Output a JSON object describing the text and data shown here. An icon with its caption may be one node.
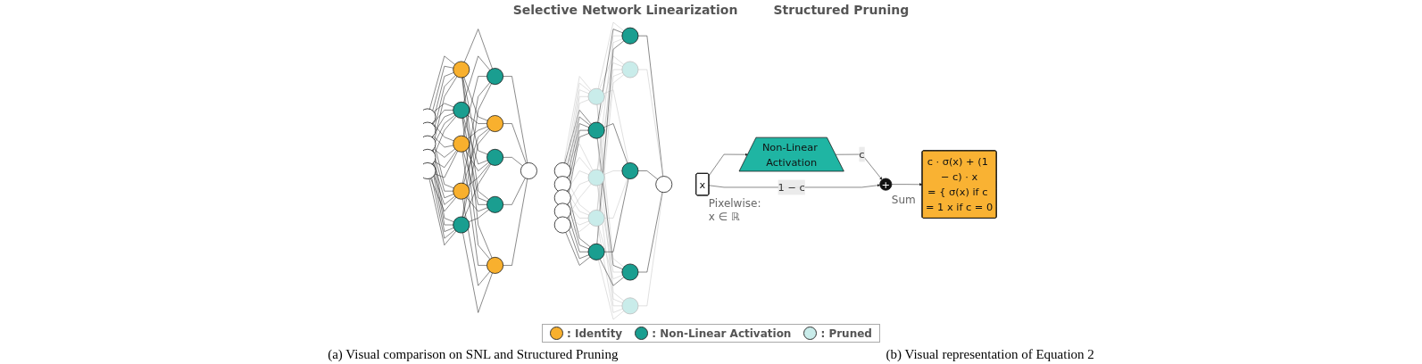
{
  "diagram": {
    "nodes": [
      {
        "text": [],
        "shape": "circle"
      },
      {
        "text": [],
        "shape": "circle"
      },
      {
        "text": [],
        "shape": "circle"
      },
      {
        "text": [],
        "shape": "circle"
      },
      {
        "text": [],
        "shape": "circle"
      },
      {
        "text": [],
        "shape": "circle"
      },
      {
        "text": [],
        "shape": "circle"
      },
      {
        "text": [],
        "shape": "circle"
      },
      {
        "text": [],
        "shape": "circle"
      },
      {
        "text": [],
        "shape": "circle"
      },
      {
        "text": [],
        "shape": "circle"
      },
      {
        "text": [],
        "shape": "circle"
      },
      {
        "text": [],
        "shape": "circle"
      },
      {
        "text": [],
        "shape": "circle"
      },
      {
        "text": [],
        "shape": "circle"
      },
      {
        "text": [],
        "shape": "circle"
      },
      {
        "text": [],
        "shape": "circle"
      },
      {
        "text": [],
        "shape": "circle"
      },
      {
        "text": [],
        "shape": "circle"
      },
      {
        "text": [],
        "shape": "circle"
      },
      {
        "text": [],
        "shape": "circle"
      },
      {
        "text": [],
        "shape": "circle"
      },
      {
        "text": [],
        "shape": "circle"
      },
      {
        "text": [],
        "shape": "circle"
      },
      {
        "text": [],
        "shape": "circle"
      },
      {
        "text": [],
        "shape": "circle"
      },
      {
        "text": [],
        "shape": "circle"
      },
      {
        "text": [],
        "shape": "circle"
      },
      {
        "text": [],
        "shape": "circle"
      },
      {
        "text": [],
        "shape": "circle"
      },
      {
        "text": [],
        "shape": "circle"
      },
      {
        "text": [],
        "shape": "circle"
      },
      {
        "text": [
          "c · σ(x) + (1 − c) · x",
          "= { σ(x) if c = 1 x if c = 0"
        ]
      },
      {
        "text": [
          "+"
        ],
        "beside": [
          "Sum"
        ]
      },
      {
        "text": [
          "Non-Linear Activation"
        ]
      },
      {
        "text": [
          "x"
        ],
        "beside": [
          "Pixelwise:",
          "x ∈ ℝ"
        ]
      }
    ],
    "edges": [
      {
        "from": 0,
        "to": 5,
        "arrow": "none"
      },
      {
        "from": 0,
        "to": 6,
        "arrow": "none"
      },
      {
        "from": 0,
        "to": 7,
        "arrow": "none"
      },
      {
        "from": 0,
        "to": 8,
        "arrow": "none"
      },
      {
        "from": 0,
        "to": 9,
        "arrow": "none"
      },
      {
        "from": 1,
        "to": 5,
        "arrow": "none"
      },
      {
        "from": 1,
        "to": 6,
        "arrow": "none"
      },
      {
        "from": 1,
        "to": 7,
        "arrow": "none"
      },
      {
        "from": 1,
        "to": 8,
        "arrow": "none"
      },
      {
        "from": 1,
        "to": 9,
        "arrow": "none"
      },
      {
        "from": 2,
        "to": 5,
        "arrow": "none"
      },
      {
        "from": 2,
        "to": 6,
        "arrow": "none"
      },
      {
        "from": 2,
        "to": 7,
        "arrow": "none"
      },
      {
        "from": 2,
        "to": 8,
        "arrow": "none"
      },
      {
        "from": 2,
        "to": 9,
        "arrow": "none"
      },
      {
        "from": 3,
        "to": 5,
        "arrow": "none"
      },
      {
        "from": 3,
        "to": 6,
        "arrow": "none"
      },
      {
        "from": 3,
        "to": 7,
        "arrow": "none"
      },
      {
        "from": 3,
        "to": 8,
        "arrow": "none"
      },
      {
        "from": 3,
        "to": 9,
        "arrow": "none"
      },
      {
        "from": 4,
        "to": 5,
        "arrow": "none"
      },
      {
        "from": 4,
        "to": 6,
        "arrow": "none"
      },
      {
        "from": 4,
        "to": 7,
        "arrow": "none"
      },
      {
        "from": 4,
        "to": 8,
        "arrow": "none"
      },
      {
        "from": 4,
        "to": 9,
        "arrow": "none"
      },
      {
        "from": 5,
        "to": 10,
        "arrow": "none"
      },
      {
        "from": 5,
        "to": 11,
        "arrow": "none"
      },
      {
        "from": 5,
        "to": 12,
        "arrow": "none"
      },
      {
        "from": 5,
        "to": 13,
        "arrow": "none"
      },
      {
        "from": 5,
        "to": 14,
        "arrow": "none"
      },
      {
        "from": 6,
        "to": 10,
        "arrow": "none"
      },
      {
        "from": 6,
        "to": 11,
        "arrow": "none"
      },
      {
        "from": 6,
        "to": 12,
        "arrow": "none"
      },
      {
        "from": 6,
        "to": 13,
        "arrow": "none"
      },
      {
        "from": 6,
        "to": 14,
        "arrow": "none"
      },
      {
        "from": 7,
        "to": 10,
        "arrow": "none"
      },
      {
        "from": 7,
        "to": 11,
        "arrow": "none"
      },
      {
        "from": 7,
        "to": 12,
        "arrow": "none"
      },
      {
        "from": 7,
        "to": 13,
        "arrow": "none"
      },
      {
        "from": 7,
        "to": 14,
        "arrow": "none"
      },
      {
        "from": 8,
        "to": 10,
        "arrow": "none"
      },
      {
        "from": 8,
        "to": 11,
        "arrow": "none"
      },
      {
        "from": 8,
        "to": 12,
        "arrow": "none"
      },
      {
        "from": 8,
        "to": 13,
        "arrow": "none"
      },
      {
        "from": 8,
        "to": 14,
        "arrow": "none"
      },
      {
        "from": 9,
        "to": 10,
        "arrow": "none"
      },
      {
        "from": 9,
        "to": 11,
        "arrow": "none"
      },
      {
        "from": 9,
        "to": 12,
        "arrow": "none"
      },
      {
        "from": 9,
        "to": 13,
        "arrow": "none"
      },
      {
        "from": 9,
        "to": 14,
        "arrow": "none"
      },
      {
        "from": 10,
        "to": 15,
        "arrow": "none"
      },
      {
        "from": 11,
        "to": 15,
        "arrow": "none"
      },
      {
        "from": 12,
        "to": 15,
        "arrow": "none"
      },
      {
        "from": 13,
        "to": 15,
        "arrow": "none"
      },
      {
        "from": 14,
        "to": 15,
        "arrow": "none"
      },
      {
        "from": 16,
        "to": 21,
        "arrow": "none",
        "color": "#c4c4c4"
      },
      {
        "from": 16,
        "to": 22,
        "arrow": "none"
      },
      {
        "from": 16,
        "to": 23,
        "arrow": "none",
        "color": "#c4c4c4"
      },
      {
        "from": 16,
        "to": 24,
        "arrow": "none",
        "color": "#c4c4c4"
      },
      {
        "from": 16,
        "to": 25,
        "arrow": "none"
      },
      {
        "from": 17,
        "to": 21,
        "arrow": "none",
        "color": "#c4c4c4"
      },
      {
        "from": 17,
        "to": 22,
        "arrow": "none"
      },
      {
        "from": 17,
        "to": 23,
        "arrow": "none",
        "color": "#c4c4c4"
      },
      {
        "from": 17,
        "to": 24,
        "arrow": "none",
        "color": "#c4c4c4"
      },
      {
        "from": 17,
        "to": 25,
        "arrow": "none"
      },
      {
        "from": 18,
        "to": 21,
        "arrow": "none",
        "color": "#c4c4c4"
      },
      {
        "from": 18,
        "to": 22,
        "arrow": "none"
      },
      {
        "from": 18,
        "to": 23,
        "arrow": "none",
        "color": "#c4c4c4"
      },
      {
        "from": 18,
        "to": 24,
        "arrow": "none",
        "color": "#c4c4c4"
      },
      {
        "from": 18,
        "to": 25,
        "arrow": "none"
      },
      {
        "from": 19,
        "to": 21,
        "arrow": "none",
        "color": "#c4c4c4"
      },
      {
        "from": 19,
        "to": 22,
        "arrow": "none"
      },
      {
        "from": 19,
        "to": 23,
        "arrow": "none",
        "color": "#c4c4c4"
      },
      {
        "from": 19,
        "to": 24,
        "arrow": "none",
        "color": "#c4c4c4"
      },
      {
        "from": 19,
        "to": 25,
        "arrow": "none"
      },
      {
        "from": 20,
        "to": 21,
        "arrow": "none",
        "color": "#c4c4c4"
      },
      {
        "from": 20,
        "to": 22,
        "arrow": "none"
      },
      {
        "from": 20,
        "to": 23,
        "arrow": "none",
        "color": "#c4c4c4"
      },
      {
        "from": 20,
        "to": 24,
        "arrow": "none",
        "color": "#c4c4c4"
      },
      {
        "from": 20,
        "to": 25,
        "arrow": "none"
      },
      {
        "from": 21,
        "to": 26,
        "arrow": "none",
        "color": "#c4c4c4"
      },
      {
        "from": 21,
        "to": 27,
        "arrow": "none",
        "color": "#c4c4c4"
      },
      {
        "from": 21,
        "to": 28,
        "arrow": "none",
        "color": "#c4c4c4"
      },
      {
        "from": 21,
        "to": 29,
        "arrow": "none",
        "color": "#c4c4c4"
      },
      {
        "from": 21,
        "to": 30,
        "arrow": "none",
        "color": "#c4c4c4"
      },
      {
        "from": 22,
        "to": 26,
        "arrow": "none"
      },
      {
        "from": 22,
        "to": 27,
        "arrow": "none",
        "color": "#c4c4c4"
      },
      {
        "from": 22,
        "to": 28,
        "arrow": "none"
      },
      {
        "from": 22,
        "to": 29,
        "arrow": "none"
      },
      {
        "from": 22,
        "to": 30,
        "arrow": "none",
        "color": "#c4c4c4"
      },
      {
        "from": 23,
        "to": 26,
        "arrow": "none",
        "color": "#c4c4c4"
      },
      {
        "from": 23,
        "to": 27,
        "arrow": "none",
        "color": "#c4c4c4"
      },
      {
        "from": 23,
        "to": 28,
        "arrow": "none",
        "color": "#c4c4c4"
      },
      {
        "from": 23,
        "to": 29,
        "arrow": "none",
        "color": "#c4c4c4"
      },
      {
        "from": 23,
        "to": 30,
        "arrow": "none",
        "color": "#c4c4c4"
      },
      {
        "from": 24,
        "to": 26,
        "arrow": "none",
        "color": "#c4c4c4"
      },
      {
        "from": 24,
        "to": 27,
        "arrow": "none",
        "color": "#c4c4c4"
      },
      {
        "from": 24,
        "to": 28,
        "arrow": "none",
        "color": "#c4c4c4"
      },
      {
        "from": 24,
        "to": 29,
        "arrow": "none",
        "color": "#c4c4c4"
      },
      {
        "from": 24,
        "to": 30,
        "arrow": "none",
        "color": "#c4c4c4"
      },
      {
        "from": 25,
        "to": 26,
        "arrow": "none"
      },
      {
        "from": 25,
        "to": 27,
        "arrow": "none",
        "color": "#c4c4c4"
      },
      {
        "from": 25,
        "to": 28,
        "arrow": "none"
      },
      {
        "from": 25,
        "to": 29,
        "arrow": "none"
      },
      {
        "from": 25,
        "to": 30,
        "arrow": "none",
        "color": "#c4c4c4"
      },
      {
        "from": 26,
        "to": 31,
        "arrow": "none"
      },
      {
        "from": 27,
        "to": 31,
        "arrow": "none",
        "color": "#c4c4c4"
      },
      {
        "from": 28,
        "to": 31,
        "arrow": "none"
      },
      {
        "from": 29,
        "to": 31,
        "arrow": "none"
      },
      {
        "from": 30,
        "to": 31,
        "arrow": "none",
        "color": "#c4c4c4"
      },
      {
        "from": 35,
        "to": 34,
        "arrow": "to"
      },
      {
        "from": 34,
        "to": 33,
        "label": "c",
        "arrow": "to"
      },
      {
        "from": 35,
        "to": 33,
        "label": "1 − c",
        "arrow": "to"
      },
      {
        "from": 33,
        "to": 32,
        "arrow": "to"
      }
    ],
    "labels": [
      "Selective Network Linearization",
      "Structured Pruning",
      "(a) Visual comparison on SNL and Structured Pruning",
      "(b) Visual representation of Equation 2"
    ],
    "legend": [
      {
        "text": ": Identity",
        "color": "#f8b02e"
      },
      {
        "text": ": Non-Linear Activation",
        "color": "#1a9e90"
      },
      {
        "text": ": Pruned",
        "color": "#c9ecea"
      }
    ]
  }
}
